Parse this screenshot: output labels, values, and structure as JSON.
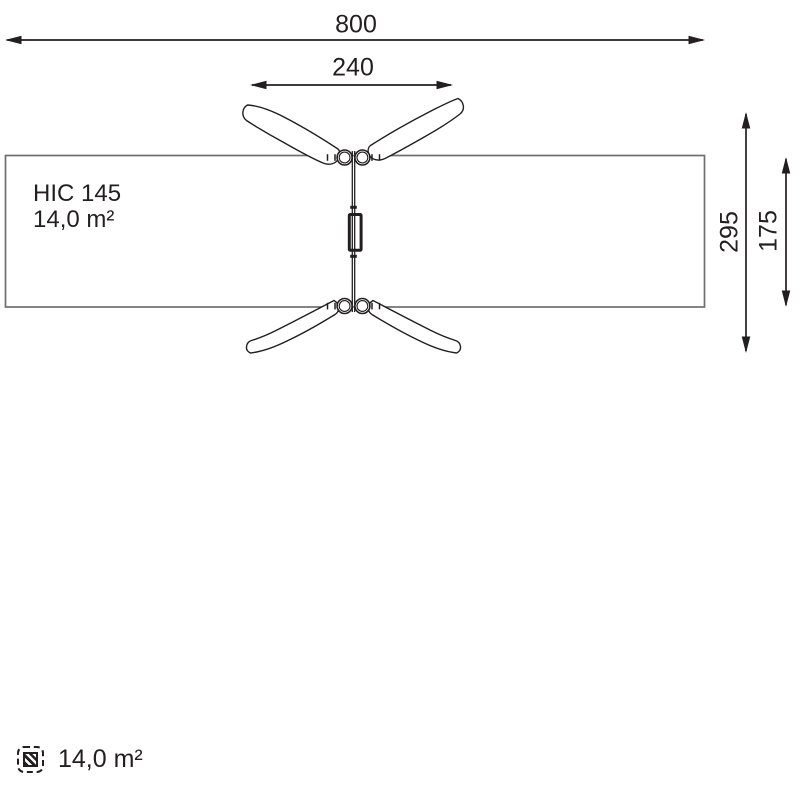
{
  "drawing": {
    "safety_zone": {
      "hic_label": "HIC 145",
      "area_label": "14,0 m²"
    },
    "dimensions": {
      "overall_width": "800",
      "equipment_width": "240",
      "overall_depth": "295",
      "zone_depth": "175"
    },
    "legend": {
      "area_value": "14,0 m²",
      "icon": "hatched-area-swatch"
    }
  },
  "colors": {
    "ink": "#231f20",
    "zone_border": "#6d6e71",
    "background": "#ffffff"
  }
}
